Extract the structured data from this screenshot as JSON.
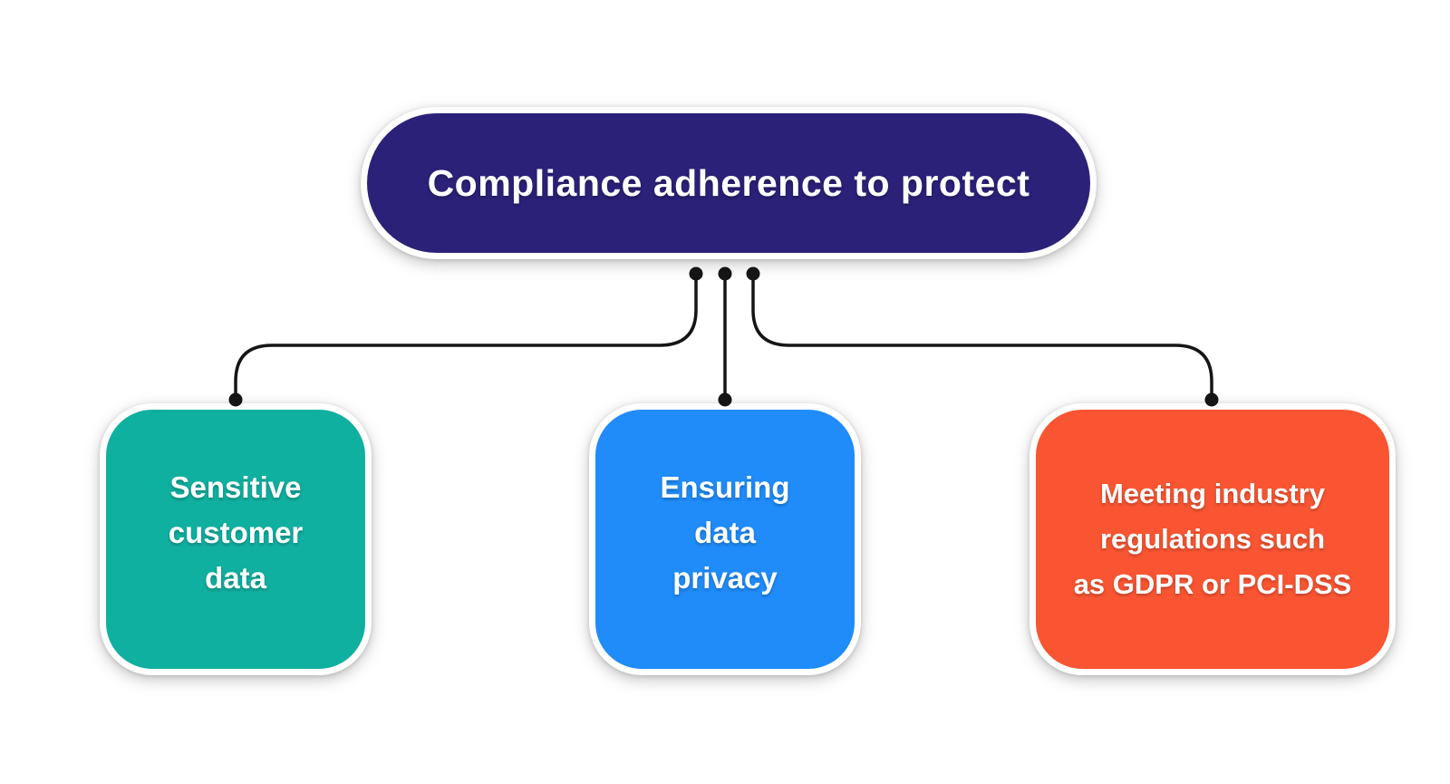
{
  "canvas": {
    "background": "#ffffff",
    "connector_color": "#151515"
  },
  "root_node": {
    "label": "Compliance adherence to protect",
    "color": "#2B2178",
    "text_color": "#ffffff"
  },
  "child_nodes": [
    {
      "name": "sensitive-customer-data",
      "color": "#10B0A0",
      "label": "Sensitive customer data",
      "lines": [
        "Sensitive",
        "customer",
        "data"
      ]
    },
    {
      "name": "ensuring-data-privacy",
      "color": "#1F8CFA",
      "label": "Ensuring data privacy",
      "lines": [
        "Ensuring",
        "data",
        "privacy"
      ]
    },
    {
      "name": "meeting-industry-regulations",
      "color": "#FA5532",
      "label": "Meeting industry regulations such as GDPR or PCI-DSS",
      "lines": [
        "Meeting industry",
        "regulations such",
        "as GDPR or PCI-DSS"
      ]
    }
  ]
}
